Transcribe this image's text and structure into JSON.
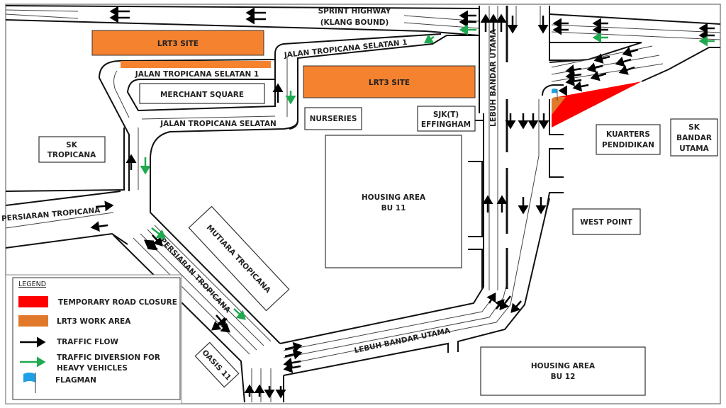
{
  "colors": {
    "road_closure": "#ff0000",
    "lrt3_site": "#f5822f",
    "lrt3_work_area": "#e07a2a",
    "traffic_flow": "#000000",
    "diversion": "#1faa4f",
    "flagman": "#1ea0e6"
  },
  "roads": {
    "sprint_highway": "SPRINT HIGHWAY",
    "sprint_highway_sub": "(KLANG BOUND)",
    "jalan_tropicana_selatan_1_top": "JALAN TROPICANA SELATAN 1",
    "jalan_tropicana_selatan_1": "JALAN TROPICANA SELATAN 1",
    "jalan_tropicana_selatan": "JALAN TROPICANA SELATAN",
    "persiaran_tropicana_west": "PERSIARAN TROPICANA",
    "persiaran_tropicana_diag": "PERSIARAN TROPICANA",
    "lebuh_bandar_utama_vertical": "LEBUH BANDAR UTAMA",
    "lebuh_bandar_utama_bottom": "LEBUH BANDAR UTAMA"
  },
  "places": {
    "lrt3_site_1": "LRT3 SITE",
    "lrt3_site_2": "LRT3 SITE",
    "merchant_square": "MERCHANT SQUARE",
    "nurseries": "NURSERIES",
    "sjkt_1": "SJK(T)",
    "sjkt_2": "EFFINGHAM",
    "sk_tropicana_1": "SK",
    "sk_tropicana_2": "TROPICANA",
    "housing_bu11_1": "HOUSING AREA",
    "housing_bu11_2": "BU 11",
    "mutiara": "MUTIARA TROPICANA",
    "oasis": "OASIS 11",
    "kuarters_1": "KUARTERS",
    "kuarters_2": "PENDIDIKAN",
    "sk_bandar_1": "SK",
    "sk_bandar_2": "BANDAR",
    "sk_bandar_3": "UTAMA",
    "west_point": "WEST POINT",
    "housing_bu12_1": "HOUSING AREA",
    "housing_bu12_2": "BU 12"
  },
  "legend": {
    "title": "LEGEND",
    "items": [
      {
        "label": "TEMPORARY ROAD CLOSURE",
        "icon": "red-swatch"
      },
      {
        "label": "LRT3 WORK AREA",
        "icon": "orange-swatch"
      },
      {
        "label": "TRAFFIC FLOW",
        "icon": "black-arrow"
      },
      {
        "label": "TRAFFIC DIVERSION FOR",
        "label2": "HEAVY VEHICLES",
        "icon": "green-arrow"
      },
      {
        "label": "FLAGMAN",
        "icon": "blue-flag"
      }
    ]
  }
}
